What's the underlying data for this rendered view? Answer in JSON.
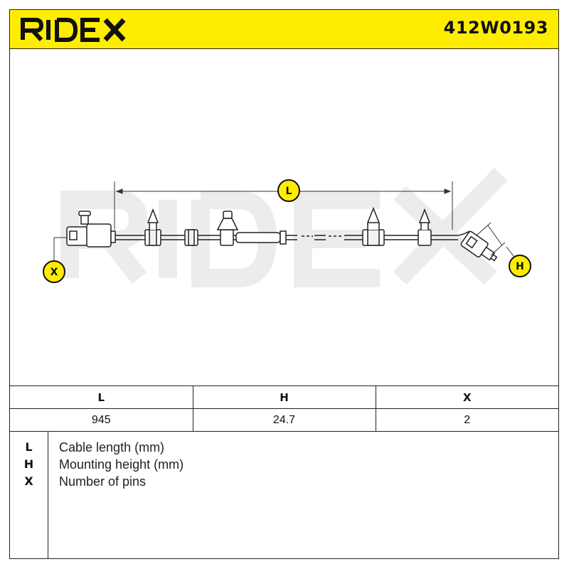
{
  "header": {
    "brand": "RIDEX",
    "part_number": "412W0193",
    "brand_color": "#ffed00"
  },
  "drawing": {
    "watermark": "RIDEX",
    "dimension_labels": {
      "length": "L",
      "height": "H",
      "pins": "X"
    }
  },
  "specs": {
    "headers": [
      "L",
      "H",
      "X"
    ],
    "values": [
      "945",
      "24.7",
      "2"
    ]
  },
  "legend": [
    {
      "key": "L",
      "text": "Cable length (mm)"
    },
    {
      "key": "H",
      "text": "Mounting height (mm)"
    },
    {
      "key": "X",
      "text": "Number of pins"
    }
  ]
}
